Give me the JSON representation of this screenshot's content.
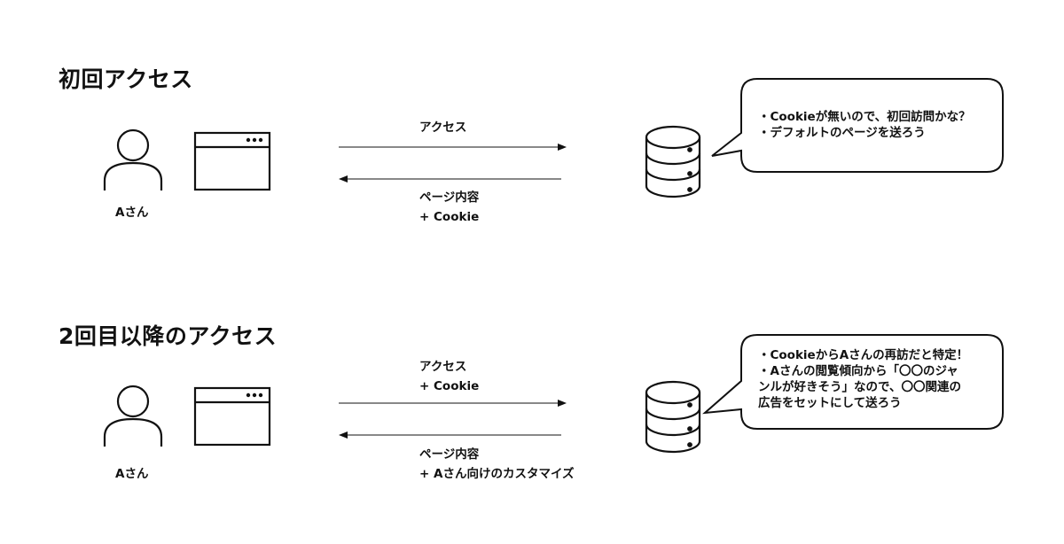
{
  "sections": [
    {
      "title": "初回アクセス",
      "user_label": "Aさん",
      "request_label": [
        "アクセス"
      ],
      "response_label": [
        "ページ内容",
        "+ Cookie"
      ],
      "server_note": [
        "・Cookieが無いので、初回訪問かな？",
        "・デフォルトのページを送ろう"
      ]
    },
    {
      "title": "2回目以降のアクセス",
      "user_label": "Aさん",
      "request_label": [
        "アクセス",
        "+ Cookie"
      ],
      "response_label": [
        "ページ内容",
        "+ Aさん向けのカスタマイズ"
      ],
      "server_note": [
        "・CookieからAさんの再訪だと特定！",
        "・Aさんの閲覧傾向から「〇〇のジャ",
        "ンルが好きそう」なので、〇〇関連の",
        "広告をセットにして送ろう"
      ]
    }
  ],
  "icons": [
    "person-icon",
    "browser-window-icon",
    "database-server-icon",
    "speech-bubble"
  ]
}
